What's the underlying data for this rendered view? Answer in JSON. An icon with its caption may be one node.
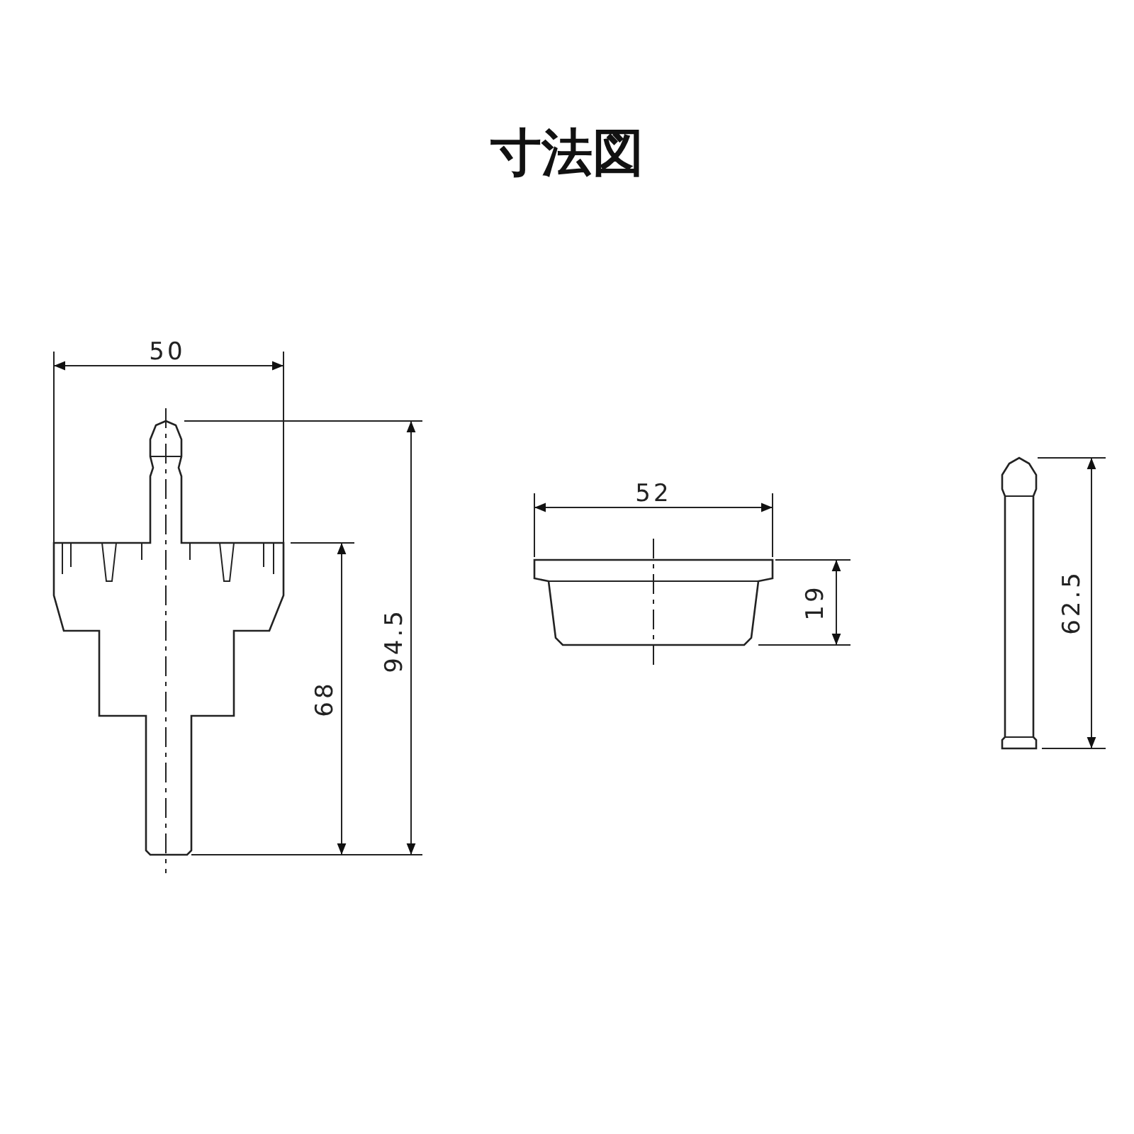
{
  "diagram": {
    "title": "寸法図",
    "labels": [
      "50",
      "94.5",
      "68",
      "52",
      "19",
      "62.5"
    ]
  }
}
